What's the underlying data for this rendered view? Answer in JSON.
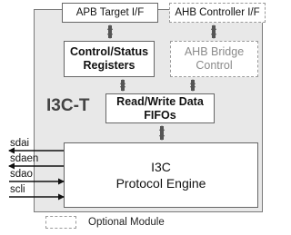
{
  "block_title": "I3C-T",
  "apb_target": "APB Target I/F",
  "ahb_controller": "AHB Controller I/F",
  "csr": {
    "line1": "Control/Status",
    "line2": "Registers"
  },
  "ahb_bridge": {
    "line1": "AHB Bridge",
    "line2": "Control"
  },
  "fifos": {
    "line1": "Read/Write Data",
    "line2": "FIFOs"
  },
  "engine": {
    "line1": "I3C",
    "line2": "Protocol Engine"
  },
  "signals": [
    "sdai",
    "sdaen",
    "sdao",
    "scli"
  ],
  "legend": "Optional Module"
}
